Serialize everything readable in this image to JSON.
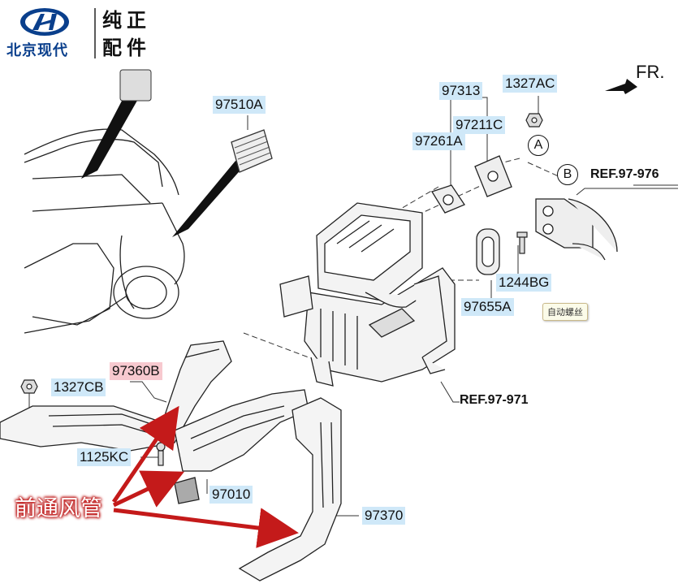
{
  "brand": {
    "name_cn": "北京现代",
    "tagline_line1": "纯正",
    "tagline_line2": "配件"
  },
  "direction_label": "FR.",
  "part_labels": {
    "p97313": "97313",
    "p1327AC": "1327AC",
    "p97211C": "97211C",
    "p97261A": "97261A",
    "p97510A": "97510A",
    "p1244BG": "1244BG",
    "p97655A": "97655A",
    "p97360B": "97360B",
    "p1327CB": "1327CB",
    "p1125KC": "1125KC",
    "p97010": "97010",
    "p97370": "97370"
  },
  "references": {
    "ref_976": "REF.97-976",
    "ref_971": "REF.97-971"
  },
  "circle_markers": {
    "a": "A",
    "b": "B"
  },
  "tooltip": "自动螺丝",
  "callout": "前通风管",
  "colors": {
    "label_bg": "#cfe8f8",
    "label_highlight": "#f7c9cf",
    "callout_red": "#c41a1a",
    "arrow_red": "#c41a1a",
    "brand_blue": "#0a3f8c"
  }
}
